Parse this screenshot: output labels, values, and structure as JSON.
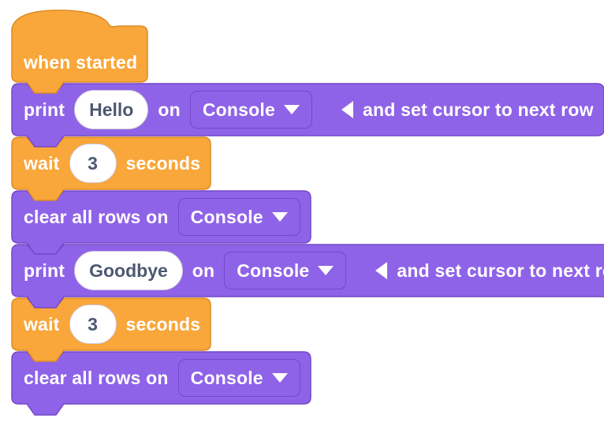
{
  "palette": {
    "canvas_bg": "#FFFFFF",
    "orange_fill": "#F9A63A",
    "orange_stroke": "#DB8B25",
    "purple_fill": "#8F63E8",
    "purple_stroke": "#7448C8",
    "block_text": "#FFFFFF",
    "input_bg": "#FFFFFF",
    "input_text": "#4D5870",
    "input_stroke": "#CCC8DC"
  },
  "script": {
    "blocks": [
      {
        "kind": "hat",
        "category": "control",
        "label": "when started"
      },
      {
        "kind": "command",
        "category": "display",
        "prefix": "print",
        "input_value": "Hello",
        "middle": "on",
        "dropdown_value": "Console",
        "suffix": "and set cursor to next row"
      },
      {
        "kind": "command",
        "category": "control",
        "prefix": "wait",
        "input_value": "3",
        "suffix": "seconds"
      },
      {
        "kind": "command",
        "category": "display",
        "prefix": "clear all rows on",
        "dropdown_value": "Console"
      },
      {
        "kind": "command",
        "category": "display",
        "prefix": "print",
        "input_value": "Goodbye",
        "middle": "on",
        "dropdown_value": "Console",
        "suffix": "and set cursor to next row"
      },
      {
        "kind": "command",
        "category": "control",
        "prefix": "wait",
        "input_value": "3",
        "suffix": "seconds"
      },
      {
        "kind": "command",
        "category": "display",
        "prefix": "clear all rows on",
        "dropdown_value": "Console"
      }
    ]
  }
}
